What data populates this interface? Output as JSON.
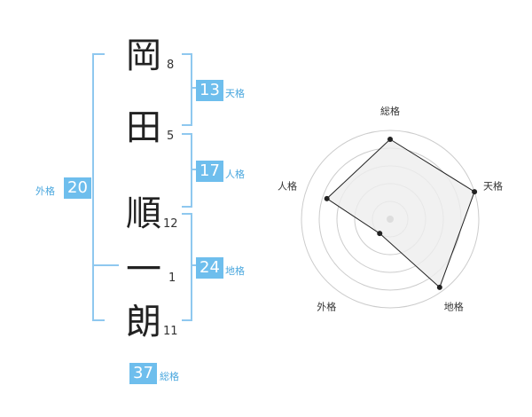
{
  "name_chars": [
    {
      "char": "岡",
      "strokes": "8"
    },
    {
      "char": "田",
      "strokes": "5"
    },
    {
      "char": "順",
      "strokes": "12"
    },
    {
      "char": "一",
      "strokes": "1"
    },
    {
      "char": "朗",
      "strokes": "11"
    }
  ],
  "fortunes": {
    "tenkaku": {
      "label": "天格",
      "value": "13"
    },
    "jinkaku": {
      "label": "人格",
      "value": "17"
    },
    "chikaku": {
      "label": "地格",
      "value": "24"
    },
    "gaikaku": {
      "label": "外格",
      "value": "20"
    },
    "soukaku": {
      "label": "総格",
      "value": "37"
    }
  },
  "radar": {
    "axes": [
      "総格",
      "天格",
      "地格",
      "外格",
      "人格"
    ],
    "values": [
      0.9,
      1.0,
      0.95,
      0.2,
      0.75
    ],
    "rings": 5,
    "fill_color": "#eeeeee",
    "line_color": "#222222",
    "ring_color": "#cccccc"
  },
  "colors": {
    "accent": "#6ebeed",
    "bracket": "#8fc8ef"
  }
}
